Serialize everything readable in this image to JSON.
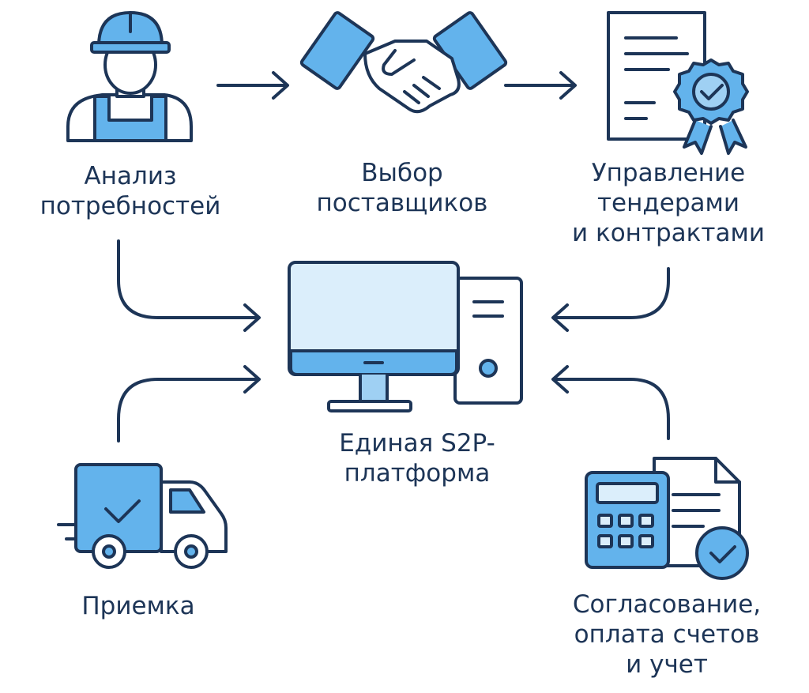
{
  "colors": {
    "stroke": "#1d3557",
    "fill_blue": "#63b3ec",
    "fill_light": "#dbeefb",
    "fill_light_blue": "#9fd0f3",
    "background": "#ffffff"
  },
  "nodes": [
    {
      "id": "needs-analysis",
      "icon": "worker-icon",
      "lines": [
        "Анализ",
        "потребностей"
      ]
    },
    {
      "id": "supplier-selection",
      "icon": "handshake-icon",
      "lines": [
        "Выбор",
        "поставщиков"
      ]
    },
    {
      "id": "tender-contract-management",
      "icon": "certificate-document-icon",
      "lines": [
        "Управление",
        "тендерами",
        "и контрактами"
      ]
    },
    {
      "id": "platform",
      "icon": "computer-icon",
      "lines": [
        "Единая S2P-",
        "платформа"
      ]
    },
    {
      "id": "acceptance",
      "icon": "delivery-truck-icon",
      "lines": [
        "Приемка"
      ]
    },
    {
      "id": "approval-payment",
      "icon": "calculator-invoice-icon",
      "lines": [
        "Согласование,",
        "оплата счетов",
        "и учет"
      ]
    }
  ],
  "edges": [
    {
      "from": "needs-analysis",
      "to": "supplier-selection"
    },
    {
      "from": "supplier-selection",
      "to": "tender-contract-management"
    },
    {
      "from": "needs-analysis",
      "to": "platform"
    },
    {
      "from": "tender-contract-management",
      "to": "platform"
    },
    {
      "from": "acceptance",
      "to": "platform"
    },
    {
      "from": "approval-payment",
      "to": "platform"
    }
  ]
}
